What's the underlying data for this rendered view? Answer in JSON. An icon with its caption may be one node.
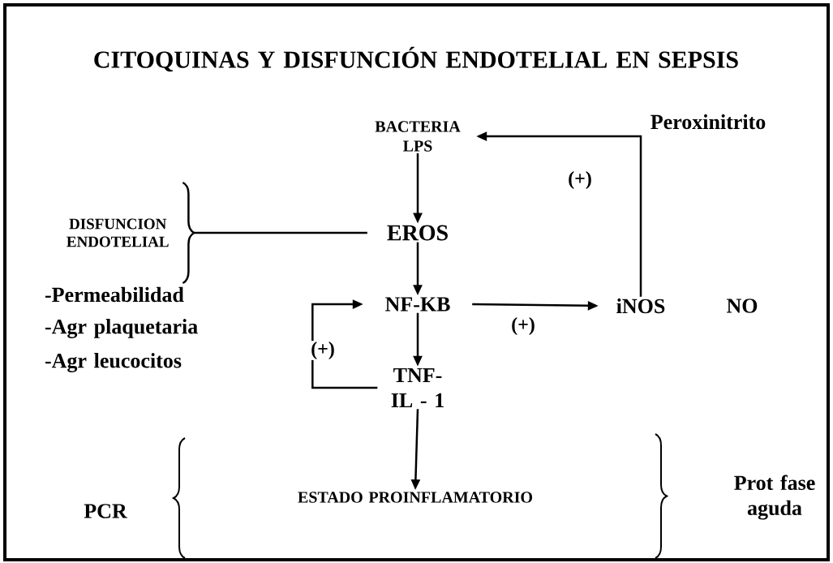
{
  "diagram": {
    "title": "CITOQUINAS Y DISFUNCIÓN ENDOTELIAL EN SEPSIS",
    "nodes": [
      {
        "text": [
          "BACTERIA LPS"
        ]
      },
      {
        "text": [
          "EROS"
        ]
      },
      {
        "text": [
          "NF-KB"
        ]
      },
      {
        "text": [
          "iNOS"
        ]
      },
      {
        "text": [
          "TNF- IL - 1"
        ]
      },
      {
        "text": [
          "ESTADO PROINFLAMATORIO"
        ]
      },
      {
        "text": [
          "DISFUNCION ENDOTELIAL"
        ]
      }
    ],
    "edges": [
      {
        "from": 0,
        "to": 1,
        "arrow": "to"
      },
      {
        "from": 1,
        "to": 2,
        "arrow": "to"
      },
      {
        "from": 2,
        "to": 3,
        "arrow": "to",
        "label": "(+)"
      },
      {
        "from": 2,
        "to": 4,
        "arrow": "to"
      },
      {
        "from": 4,
        "to": 2,
        "arrow": "to",
        "label": "(+)"
      },
      {
        "from": 3,
        "to": 0,
        "arrow": "to",
        "label": "(+)"
      },
      {
        "from": 4,
        "to": 5,
        "arrow": "to"
      },
      {
        "from": 6,
        "to": 1,
        "arrow": "none"
      }
    ],
    "labels": [
      "Peroxinitrito",
      "-Permeabilidad",
      "-Agr plaquetaria",
      "-Agr leucocitos",
      "NO",
      "PCR",
      "Prot fase aguda"
    ]
  }
}
